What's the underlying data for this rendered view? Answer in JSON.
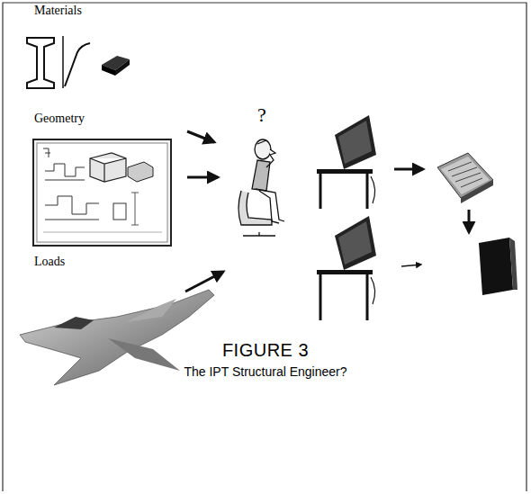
{
  "diagram": {
    "title": "FIGURE 3",
    "caption": "The IPT Structural Engineer?",
    "labels": [
      "Materials",
      "Geometry",
      "Loads",
      "?"
    ]
  }
}
